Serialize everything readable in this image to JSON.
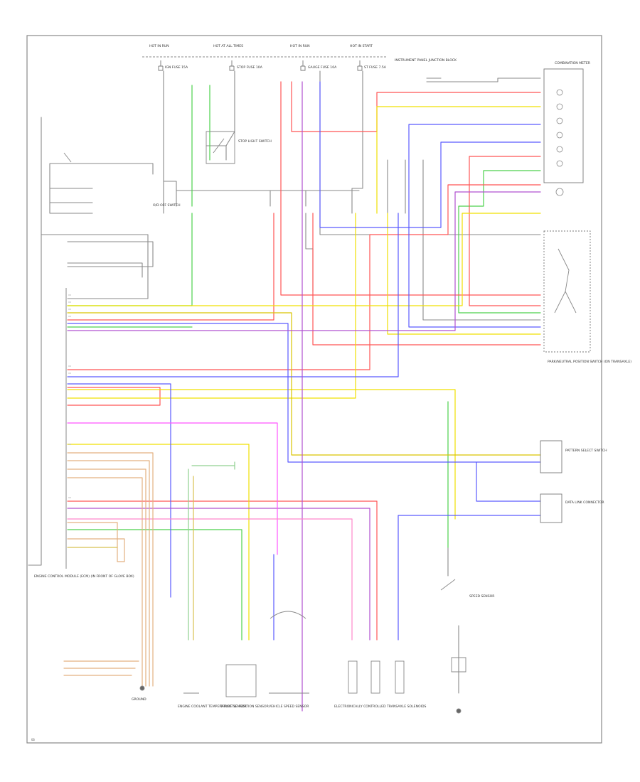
{
  "diagram": {
    "top_labels": [
      "HOT IN RUN",
      "HOT AT ALL TIMES",
      "HOT IN RUN",
      "HOT IN START",
      "INSTRUMENT PANEL JUNCTION BLOCK"
    ],
    "fuse_labels": [
      "IGN FUSE 15A",
      "STOP FUSE 10A",
      "GAUGE FUSE 10A",
      "ST FUSE 7.5A"
    ],
    "components": {
      "combination_meter": "COMBINATION METER",
      "ecm": "ENGINE CONTROL MODULE (ECM) (IN FRONT OF GLOVE BOX)",
      "park_neutral": "PARK/NEUTRAL POSITION SWITCH (ON TRANSAXLE)",
      "vss": "VEHICLE SPEED SENSOR",
      "stop_light_switch": "STOP LIGHT SWITCH",
      "od_switch": "O/D OFF SWITCH",
      "shift_solenoids": "ELECTRONICALLY CONTROLLED TRANSAXLE SOLENOIDS",
      "speed_sensor": "SPEED SENSOR",
      "throttle_sensor": "THROTTLE POSITION SENSOR",
      "coolant_sensor": "ENGINE COOLANT TEMPERATURE SENSOR",
      "pattern_select": "PATTERN SELECT SWITCH",
      "data_link": "DATA LINK CONNECTOR",
      "ground": "GROUND"
    },
    "footer": "G6"
  }
}
